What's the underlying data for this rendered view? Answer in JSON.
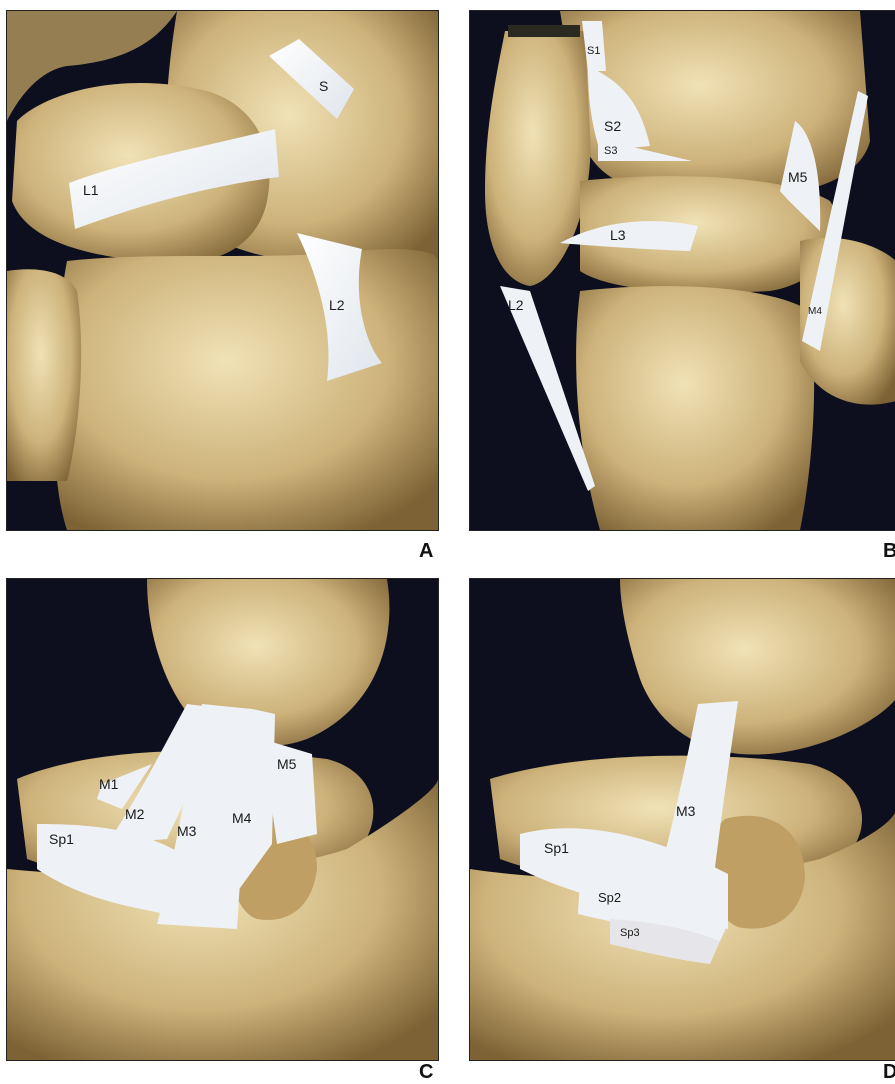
{
  "colors": {
    "background": "#0d0f1e",
    "bone_light": "#e8d6a8",
    "bone_mid": "#cdb27a",
    "bone_dark": "#8a6e3c",
    "ligament": "#eef2f6",
    "frame": "#ffffff"
  },
  "panels": {
    "a": {
      "label": "A",
      "ligaments": [
        "S",
        "L1",
        "L2"
      ]
    },
    "b": {
      "label": "B",
      "ligaments": [
        "S1",
        "S2",
        "S3",
        "M5",
        "L3",
        "L2",
        "M4"
      ]
    },
    "c": {
      "label": "C",
      "ligaments": [
        "M1",
        "M5",
        "M2",
        "M3",
        "M4",
        "Sp1"
      ]
    },
    "d": {
      "label": "D",
      "ligaments": [
        "M3",
        "Sp1",
        "Sp2",
        "Sp3"
      ]
    }
  }
}
